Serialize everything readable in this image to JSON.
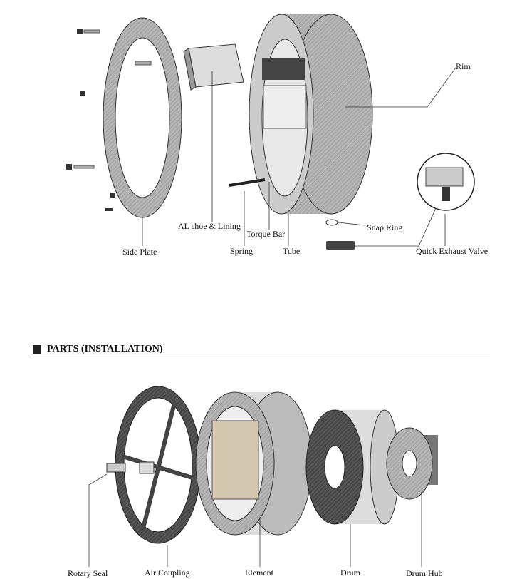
{
  "top_diagram": {
    "labels": {
      "rim": "Rim",
      "al_shoe": "AL shoe & Lining",
      "torque_bar": "Torque Bar",
      "spring": "Spring",
      "side_plate": "Side Plate",
      "tube": "Tube",
      "snap_ring": "Snap Ring",
      "quick_exhaust_valve": "Quick Exhaust Valve"
    }
  },
  "section": {
    "title": "PARTS (INSTALLATION)"
  },
  "bottom_diagram": {
    "labels": {
      "rotary_seal": "Rotary Seal",
      "air_coupling": "Air Coupling",
      "element": "Element",
      "drum": "Drum",
      "drum_hub": "Drum Hub"
    }
  },
  "colors": {
    "metal": "#9a9a9a",
    "dark": "#3a3a3a",
    "line": "#222222"
  }
}
